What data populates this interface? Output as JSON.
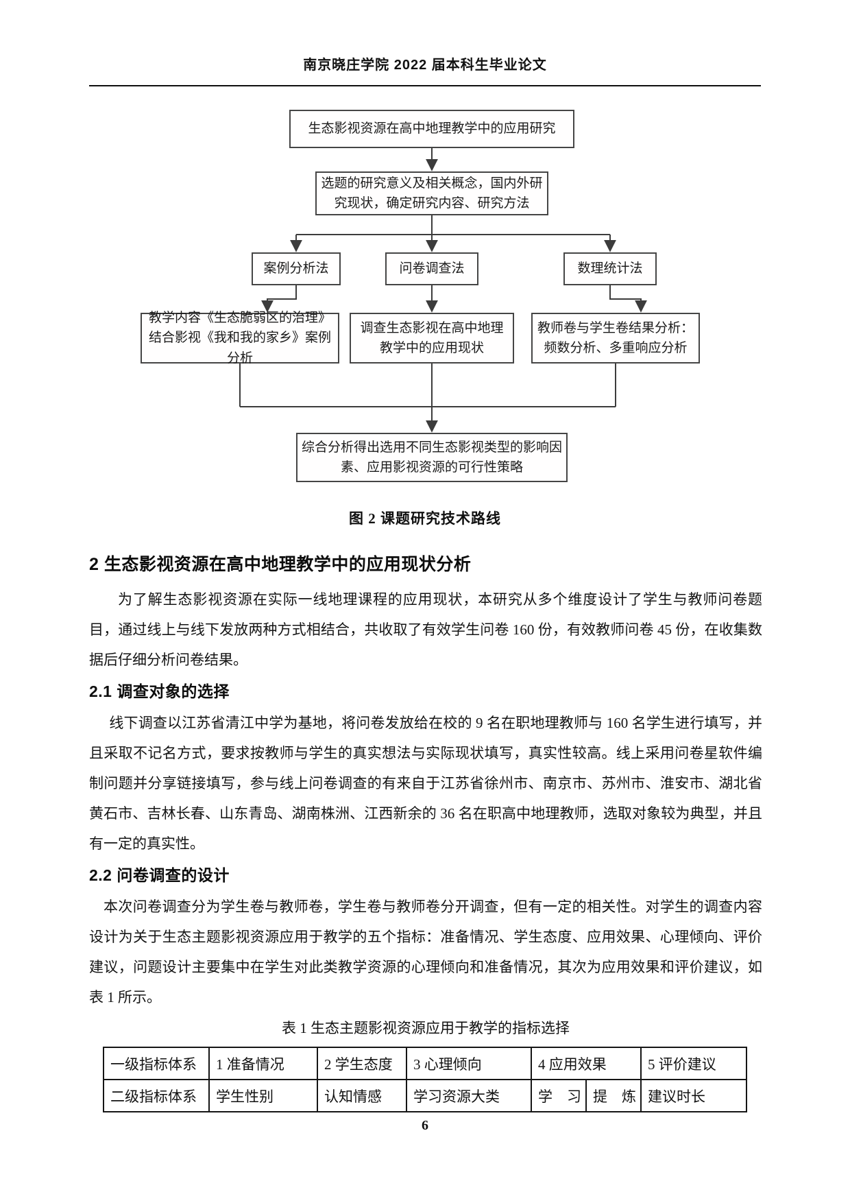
{
  "header": {
    "title": "南京晓庄学院 2022 届本科生毕业论文"
  },
  "figure": {
    "caption": "图 2  课题研究技术路线",
    "nodes": [
      {
        "id": "root",
        "label": "生态影视资源在高中地理教学中的应用研究"
      },
      {
        "id": "overview",
        "label": "选题的研究意义及相关概念，国内外研究现状，确定研究内容、研究方法"
      },
      {
        "id": "method-case",
        "label": "案例分析法"
      },
      {
        "id": "method-survey",
        "label": "问卷调查法"
      },
      {
        "id": "method-stats",
        "label": "数理统计法"
      },
      {
        "id": "detail-case",
        "label": "教学内容《生态脆弱区的治理》结合影视《我和我的家乡》案例分析"
      },
      {
        "id": "detail-survey",
        "label": "调查生态影视在高中地理教学中的应用现状"
      },
      {
        "id": "detail-stats",
        "label": "教师卷与学生卷结果分析：频数分析、多重响应分析"
      },
      {
        "id": "conclusion",
        "label": "综合分析得出选用不同生态影视类型的影响因素、应用影视资源的可行性策略"
      }
    ]
  },
  "sections": {
    "s2": {
      "heading": "2 生态影视资源在高中地理教学中的应用现状分析",
      "paragraph": "为了解生态影视资源在实际一线地理课程的应用现状，本研究从多个维度设计了学生与教师问卷题目，通过线上与线下发放两种方式相结合，共收取了有效学生问卷 160 份，有效教师问卷 45 份，在收集数据后仔细分析问卷结果。"
    },
    "s21": {
      "heading": "2.1 调查对象的选择",
      "paragraph": "线下调查以江苏省清江中学为基地，将问卷发放给在校的 9 名在职地理教师与 160 名学生进行填写，并且采取不记名方式，要求按教师与学生的真实想法与实际现状填写，真实性较高。线上采用问卷星软件编制问题并分享链接填写，参与线上问卷调查的有来自于江苏省徐州市、南京市、苏州市、淮安市、湖北省黄石市、吉林长春、山东青岛、湖南株洲、江西新余的 36 名在职高中地理教师，选取对象较为典型，并且有一定的真实性。"
    },
    "s22": {
      "heading": "2.2 问卷调查的设计",
      "paragraph": "本次问卷调查分为学生卷与教师卷，学生卷与教师卷分开调查，但有一定的相关性。对学生的调查内容设计为关于生态主题影视资源应用于教学的五个指标：准备情况、学生态度、应用效果、心理倾向、评价建议，问题设计主要集中在学生对此类教学资源的心理倾向和准备情况，其次为应用效果和评价建议，如表 1 所示。"
    }
  },
  "table1": {
    "caption": "表 1  生态主题影视资源应用于教学的指标选择",
    "row1": [
      "一级指标体系",
      "1 准备情况",
      "2 学生态度",
      "3 心理倾向",
      "4 应用效果",
      "5 评价建议"
    ],
    "row2": [
      "二级指标体系",
      "学生性别",
      "认知情感",
      "学习资源大类",
      "学　习",
      "提　炼",
      "建议时长"
    ]
  },
  "footer": {
    "page_number": "6"
  }
}
